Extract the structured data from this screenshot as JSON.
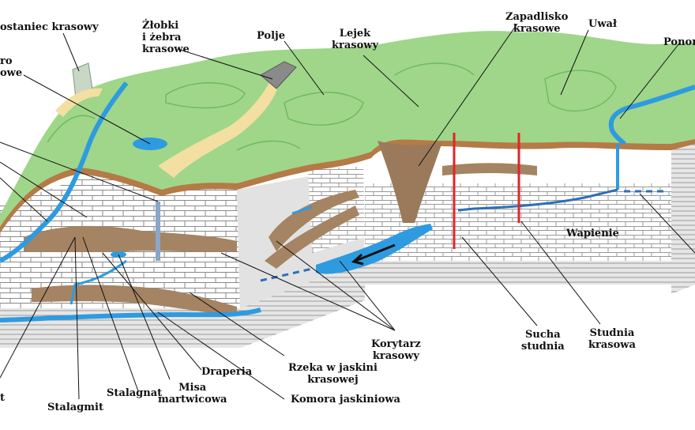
{
  "colors": {
    "grass": "#9fd68a",
    "grass_dark": "#6fb85c",
    "soil": "#b57a45",
    "soil_dark": "#7a4a22",
    "limestone": "#ffffff",
    "brick_line": "#8a8a8a",
    "side_wall": "#d9d9d9",
    "water": "#2e9be0",
    "sand": "#f3dfa2",
    "well": "#e0242a",
    "cave": "#a58463"
  },
  "labels": {
    "ostaniec": "ostaniec krasowy",
    "zlobki": "Żłobki\ni żebra\nkrasowe",
    "polje": "Polje",
    "lejek": "Lejek\nkrasowy",
    "zapadlisko": "Zapadlisko\nkrasowe",
    "uwal": "Uwał",
    "ponor": "Ponor",
    "jezioro": "ro\nowe",
    "wapienie": "Wapienie",
    "sucha_studnia": "Sucha\nstudnia",
    "studnia_krasowa": "Studnia\nkrasowa",
    "korytarz": "Korytarz\nkrasowy",
    "rzeka": "Rzeka w jaskini\nkrasowej",
    "komora": "Komora jaskiniowa",
    "draperia": "Draperia",
    "misa": "Misa\nmartwicowa",
    "stalagnat": "Stalagnat",
    "stalagmit": "Stalagmit",
    "stalaktyt": "t"
  }
}
